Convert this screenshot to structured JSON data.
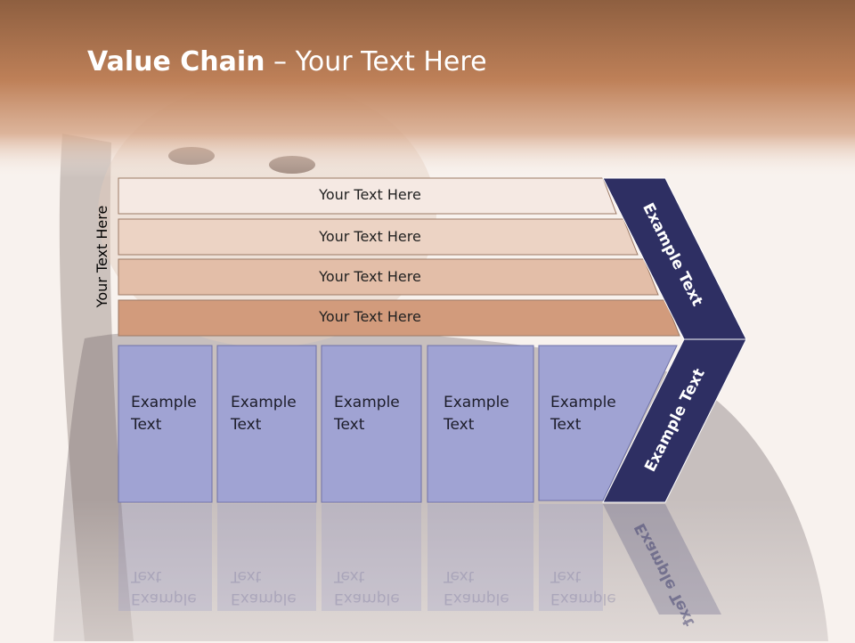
{
  "slide": {
    "title_bold": "Value Chain",
    "title_rest": " – Your Text Here",
    "side_label": "Your Text Here",
    "rows": [
      "Your Text Here",
      "Your Text Here",
      "Your Text Here",
      "Your Text Here"
    ],
    "boxes": [
      "Example\nText",
      "Example\nText",
      "Example\nText",
      "Example\nText",
      "Example\nText"
    ],
    "chevron_top_text": "Example Text",
    "chevron_bottom_text": "Example Text"
  },
  "colors": {
    "header": "#b9784f",
    "row1": "#f5e9e3",
    "row2": "#ecd3c4",
    "row3": "#e3bea8",
    "row4": "#d29b7c",
    "box": "#a0a3d3",
    "chevron": "#2e2f63"
  }
}
